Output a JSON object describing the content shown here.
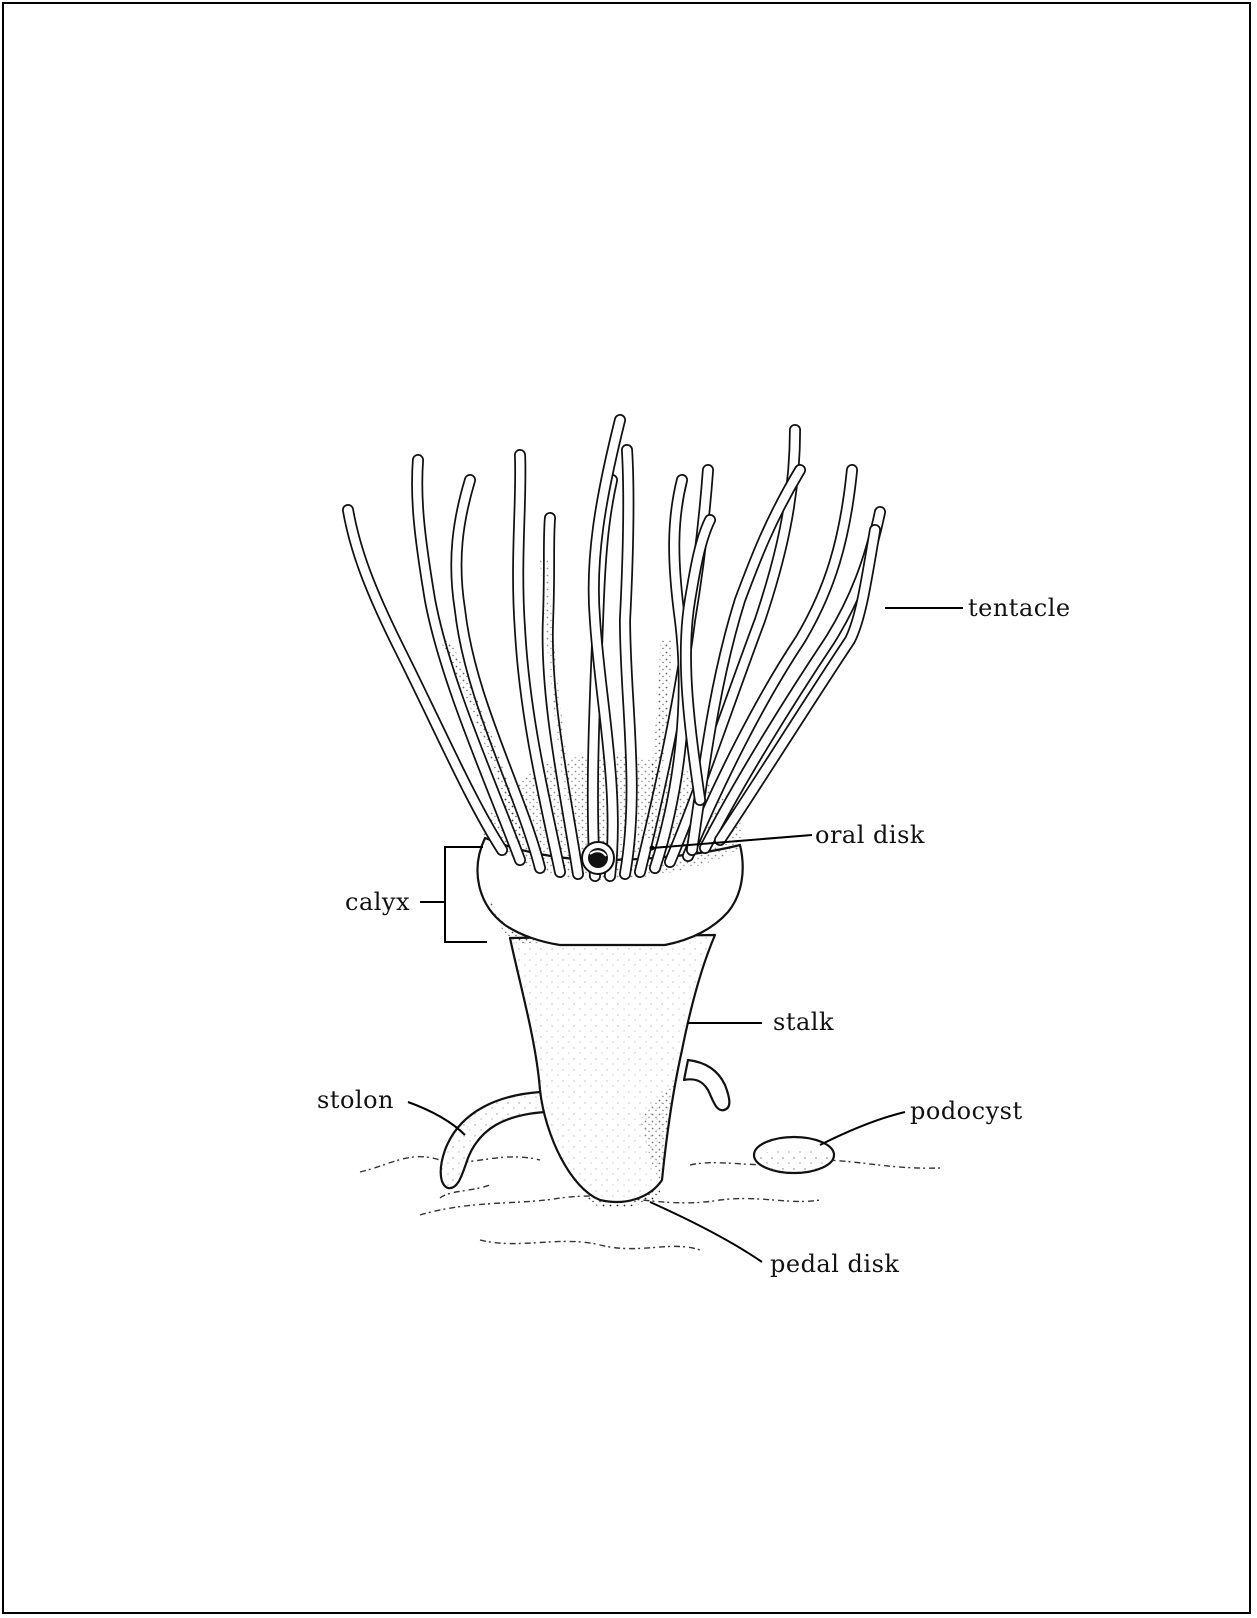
{
  "diagram": {
    "labels": {
      "tentacle": "tentacle",
      "oral_disk": "oral disk",
      "calyx": "calyx",
      "stalk": "stalk",
      "stolon": "stolon",
      "podocyst": "podocyst",
      "pedal_disk": "pedal disk"
    }
  }
}
